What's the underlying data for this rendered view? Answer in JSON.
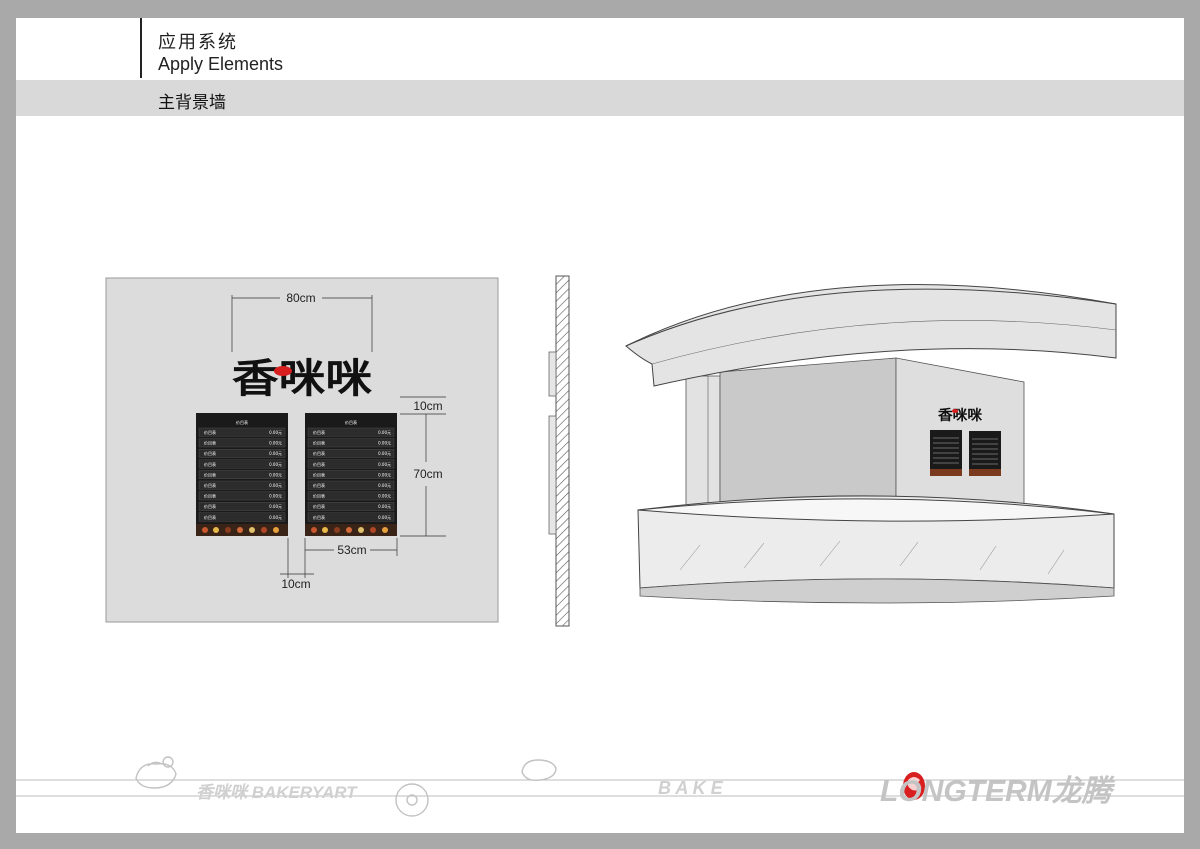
{
  "header": {
    "title_cn": "应用系统",
    "title_en": "Apply Elements",
    "section_title": "主背景墙"
  },
  "elevation": {
    "logo_text": "香咪咪",
    "dimensions": {
      "logo_width": "80cm",
      "top_gap": "10cm",
      "board_height": "70cm",
      "board_width": "53cm",
      "side_gap": "10cm"
    },
    "menu_boards": [
      {
        "heading": "价目表",
        "rows": [
          {
            "item": "价目表",
            "price": "0.00元"
          },
          {
            "item": "价目表",
            "price": "0.00元"
          },
          {
            "item": "价目表",
            "price": "0.00元"
          },
          {
            "item": "价目表",
            "price": "0.00元"
          },
          {
            "item": "价目表",
            "price": "0.00元"
          },
          {
            "item": "价目表",
            "price": "0.00元"
          },
          {
            "item": "价目表",
            "price": "0.00元"
          },
          {
            "item": "价目表",
            "price": "0.00元"
          },
          {
            "item": "价目表",
            "price": "0.00元"
          }
        ]
      },
      {
        "heading": "价目表",
        "rows": [
          {
            "item": "价目表",
            "price": "0.00元"
          },
          {
            "item": "价目表",
            "price": "0.00元"
          },
          {
            "item": "价目表",
            "price": "0.00元"
          },
          {
            "item": "价目表",
            "price": "0.00元"
          },
          {
            "item": "价目表",
            "price": "0.00元"
          },
          {
            "item": "价目表",
            "price": "0.00元"
          },
          {
            "item": "价目表",
            "price": "0.00元"
          },
          {
            "item": "价目表",
            "price": "0.00元"
          },
          {
            "item": "价目表",
            "price": "0.00元"
          }
        ]
      }
    ]
  },
  "footer": {
    "watermark": "香咪咪 BAKERYART",
    "spaced_letters": "B   A   K   E",
    "brand": "LONGTERM龙腾"
  },
  "colors": {
    "page_border": "#a9a9a9",
    "section_bar": "#d9d9d9",
    "wall_panel": "#dcdcdc",
    "board": "#1a1a1a",
    "logo_red": "#d81e1e"
  }
}
